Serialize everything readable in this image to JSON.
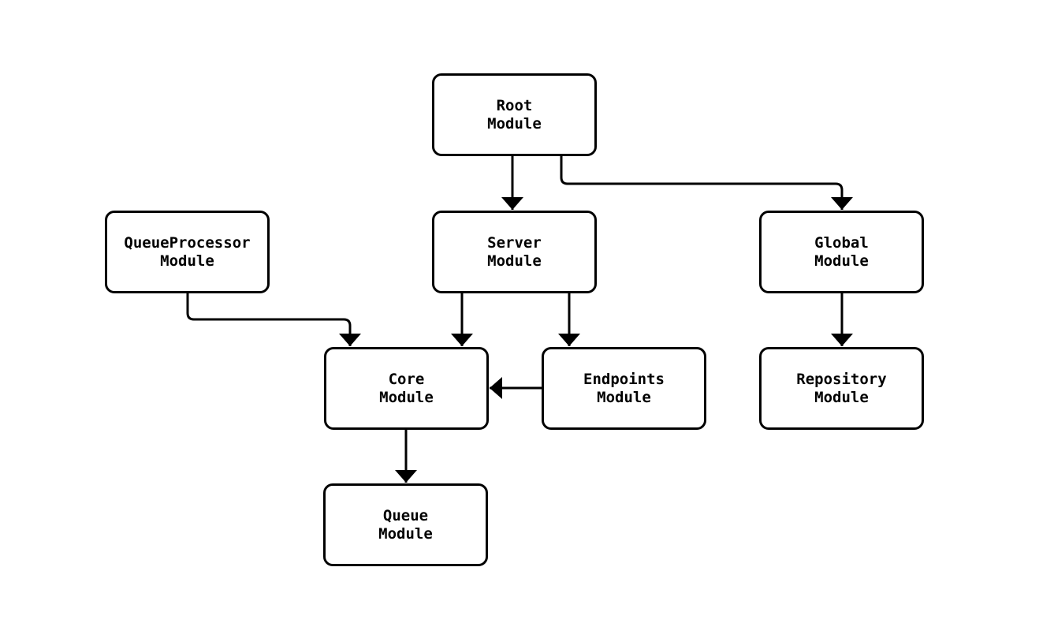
{
  "diagram": {
    "type": "module-dependency-graph",
    "background_color": "#ffffff",
    "node_border_color": "#000000",
    "node_fill_color": "#ffffff",
    "edge_color": "#000000",
    "text_color": "#000000",
    "nodes": [
      {
        "id": "root",
        "label": "Root\nModule"
      },
      {
        "id": "queueprocessor",
        "label": "QueueProcessor\nModule"
      },
      {
        "id": "server",
        "label": "Server\nModule"
      },
      {
        "id": "global",
        "label": "Global\nModule"
      },
      {
        "id": "core",
        "label": "Core\nModule"
      },
      {
        "id": "endpoints",
        "label": "Endpoints\nModule"
      },
      {
        "id": "repository",
        "label": "Repository\nModule"
      },
      {
        "id": "queue",
        "label": "Queue\nModule"
      }
    ],
    "edges": [
      {
        "from": "root",
        "to": "server"
      },
      {
        "from": "root",
        "to": "global"
      },
      {
        "from": "queueprocessor",
        "to": "core"
      },
      {
        "from": "server",
        "to": "core"
      },
      {
        "from": "server",
        "to": "endpoints"
      },
      {
        "from": "endpoints",
        "to": "core"
      },
      {
        "from": "global",
        "to": "repository"
      },
      {
        "from": "core",
        "to": "queue"
      }
    ]
  }
}
